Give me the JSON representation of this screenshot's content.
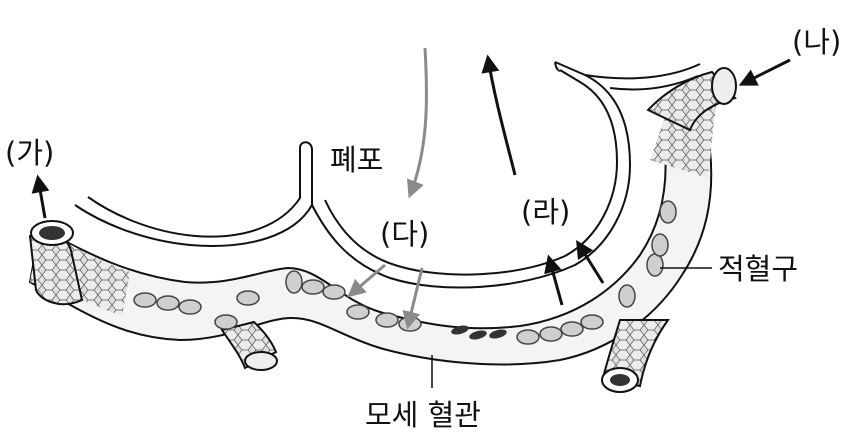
{
  "labels": {
    "ga": "(가)",
    "na": "(나)",
    "da": "(다)",
    "ra": "(라)",
    "alveolus": "폐포",
    "rbc": "적혈구",
    "capillary": "모세 혈관"
  },
  "colors": {
    "line": "#111111",
    "arrow_dark": "#111111",
    "arrow_gray": "#8a8a8a",
    "vessel_fill": "#dcdcdc",
    "vessel_light": "#f2f2f2",
    "capillary_fill": "#f4f4f4",
    "rbc_fill": "#cfcfcf"
  }
}
